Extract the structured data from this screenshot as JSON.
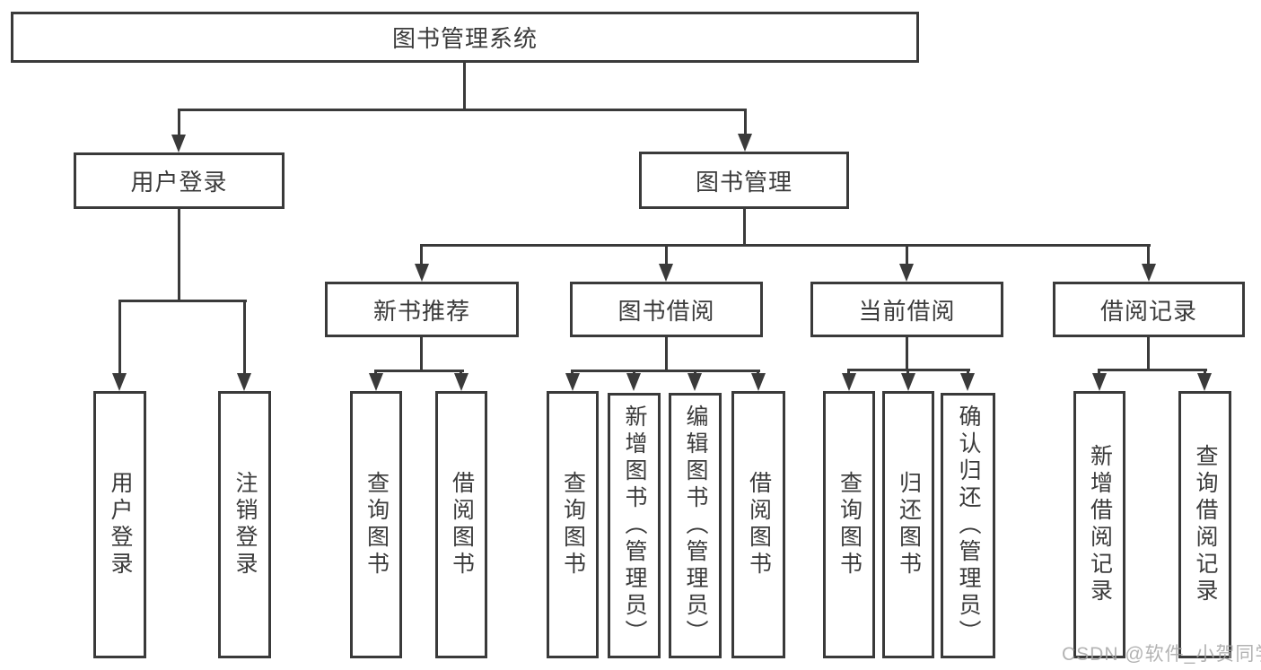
{
  "diagram": {
    "type": "hierarchy-tree",
    "watermark": "CSDN @软件_小贺同学",
    "colors": {
      "line": "#3a3a3a",
      "text": "#3b3b3b",
      "background": "#ffffff",
      "watermark": "#a6a6a6"
    },
    "root": {
      "label": "图书管理系统"
    },
    "level2": [
      {
        "label": "用户登录"
      },
      {
        "label": "图书管理"
      }
    ],
    "level3": [
      {
        "label": "新书推荐"
      },
      {
        "label": "图书借阅"
      },
      {
        "label": "当前借阅"
      },
      {
        "label": "借阅记录"
      }
    ],
    "leaves": {
      "user_login": [
        "用户登录",
        "注销登录"
      ],
      "new_book": [
        "查询图书",
        "借阅图书"
      ],
      "book_borrow": [
        "查询图书",
        "新增图书（管理员）",
        "编辑图书（管理员）",
        "借阅图书"
      ],
      "current_borrow": [
        "查询图书",
        "归还图书",
        "确认归还（管理员）"
      ],
      "borrow_record": [
        "新增借阅记录",
        "查询借阅记录"
      ]
    }
  }
}
